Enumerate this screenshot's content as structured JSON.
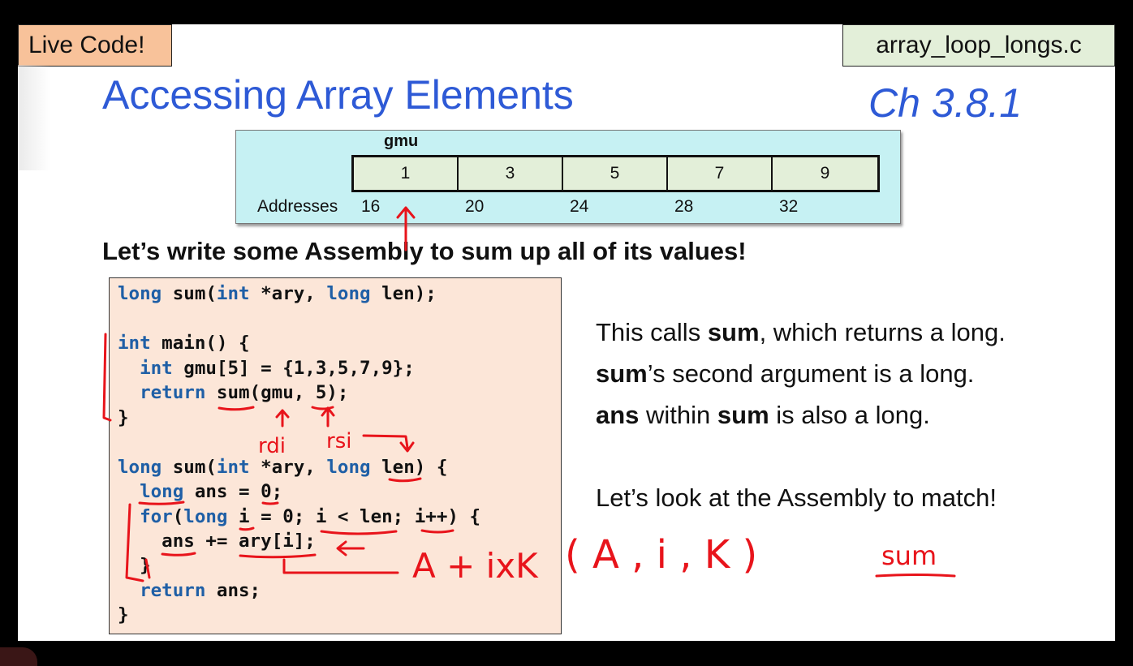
{
  "header": {
    "live_tag": "Live Code!",
    "file_tag": "array_loop_longs.c",
    "title": "Accessing Array Elements",
    "chapter": "Ch 3.8.1"
  },
  "array_diagram": {
    "name": "gmu",
    "cells": [
      "1",
      "3",
      "5",
      "7",
      "9"
    ],
    "addresses_label": "Addresses",
    "addresses": [
      "16",
      "20",
      "24",
      "28",
      "32"
    ]
  },
  "subhead": "Let’s write some Assembly to sum up all of its values!",
  "code": {
    "l1": "long sum(int *ary, long len);",
    "l2": "int main() {",
    "l3": "  int gmu[5] = {1,3,5,7,9};",
    "l4": "  return sum(gmu, 5);",
    "l5": "}",
    "l6": "long sum(int *ary, long len) {",
    "l7": "  long ans = 0;",
    "l8": "  for(long i = 0; i < len; i++) {",
    "l9": "    ans += ary[i];",
    "l10": "  }",
    "l11": "  return ans;",
    "l12": "}"
  },
  "notes": {
    "line1_a": "This calls ",
    "line1_b": "sum",
    "line1_c": ", which returns a long.",
    "line2_a": "sum",
    "line2_b": "’s second argument is a long.",
    "line3_a": "ans",
    "line3_b": " within ",
    "line3_c": "sum",
    "line3_d": " is also a long.",
    "line4": "Let’s look at the Assembly to match!"
  },
  "annotations": {
    "rdi": "rdi",
    "rsi": "rsi",
    "formula": "A + ixK",
    "tuple": "( A , i , K )",
    "sum": "sum"
  },
  "colors": {
    "title_blue": "#2e5ad6",
    "keyword_blue": "#1f5fa6",
    "ink_red": "#e8141b",
    "code_bg": "#fce6d8",
    "array_bg": "#c6f1f3",
    "cell_bg": "#e3efd9",
    "live_tag_bg": "#f8c29a"
  }
}
